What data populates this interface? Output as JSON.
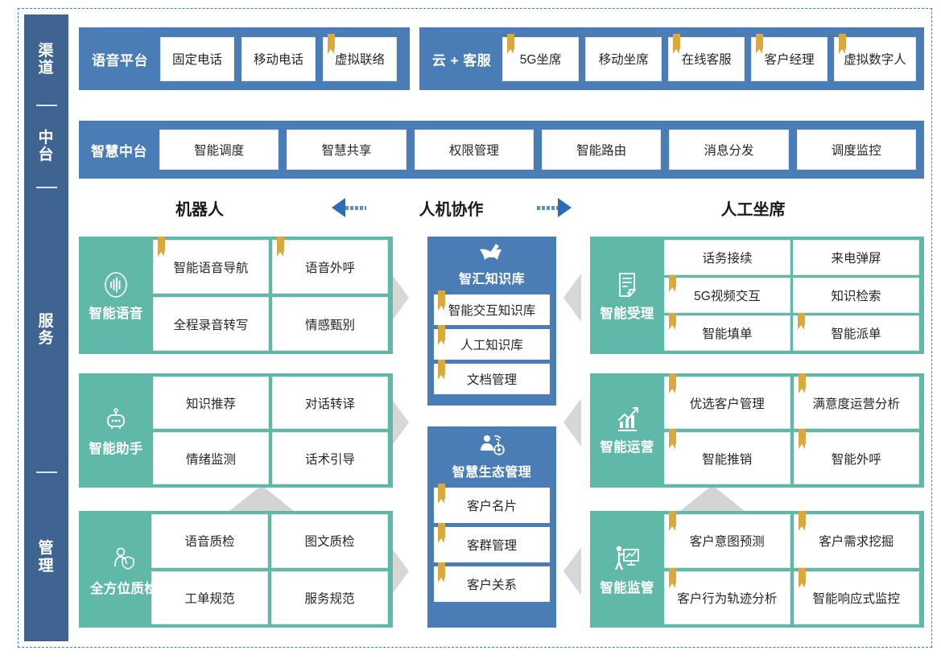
{
  "theme": {
    "blue": "#4A7CB5",
    "dark_blue": "#3F6492",
    "teal": "#5FB8A8",
    "tag_gold": "#D9A93C",
    "arrow_blue": "#2E6BB5",
    "grey_arrow": "#C9C9C9"
  },
  "sidebar": {
    "items": [
      {
        "name": "channel",
        "chars": [
          "渠",
          "道"
        ]
      },
      {
        "name": "middle-platform",
        "chars": [
          "中",
          "台"
        ]
      },
      {
        "name": "service",
        "chars": [
          "服",
          "务"
        ]
      },
      {
        "name": "management",
        "chars": [
          "管",
          "理"
        ]
      }
    ]
  },
  "channel_row": {
    "groups": [
      {
        "title": "语音平台",
        "items": [
          {
            "label": "固定电话",
            "tag": false
          },
          {
            "label": "移动电话",
            "tag": false
          },
          {
            "label": "虚拟联络",
            "tag": true
          }
        ]
      },
      {
        "title": "云 + 客服",
        "items": [
          {
            "label": "5G坐席",
            "tag": true
          },
          {
            "label": "移动坐席",
            "tag": false
          },
          {
            "label": "在线客服",
            "tag": true
          },
          {
            "label": "客户经理",
            "tag": true
          },
          {
            "label": "虚拟数字人",
            "tag": true
          }
        ]
      }
    ]
  },
  "platform_row": {
    "title": "智慧中台",
    "items": [
      {
        "label": "智能调度",
        "tag": false
      },
      {
        "label": "智慧共享",
        "tag": false
      },
      {
        "label": "权限管理",
        "tag": false
      },
      {
        "label": "智能路由",
        "tag": false
      },
      {
        "label": "消息分发",
        "tag": false
      },
      {
        "label": "调度监控",
        "tag": false
      }
    ]
  },
  "section_headers": {
    "left": "机器人",
    "center": "人机协作",
    "right": "人工坐席"
  },
  "left_blocks": [
    {
      "label": "智能语音",
      "icon": "voice-wave-icon",
      "items": [
        {
          "label": "智能语音导航",
          "tag": true
        },
        {
          "label": "语音外呼",
          "tag": true
        },
        {
          "label": "全程录音转写",
          "tag": false
        },
        {
          "label": "情感甄别",
          "tag": false
        }
      ]
    },
    {
      "label": "智能助手",
      "icon": "robot-icon",
      "items": [
        {
          "label": "知识推荐",
          "tag": false
        },
        {
          "label": "对话转译",
          "tag": false
        },
        {
          "label": "情绪监测",
          "tag": false
        },
        {
          "label": "话术引导",
          "tag": false
        }
      ]
    },
    {
      "label": "全方位质检",
      "icon": "person-shield-icon",
      "items": [
        {
          "label": "语音质检",
          "tag": false
        },
        {
          "label": "图文质检",
          "tag": false
        },
        {
          "label": "工单规范",
          "tag": false
        },
        {
          "label": "服务规范",
          "tag": false
        }
      ]
    }
  ],
  "center_columns": [
    {
      "label": "智汇知识库",
      "icon": "open-book-pen-icon",
      "items": [
        {
          "label": "智能交互知识库",
          "tag": true
        },
        {
          "label": "人工知识库",
          "tag": true
        },
        {
          "label": "文档管理",
          "tag": true
        }
      ]
    },
    {
      "label": "智慧生态管理",
      "icon": "people-network-icon",
      "items": [
        {
          "label": "客户名片",
          "tag": true
        },
        {
          "label": "客群管理",
          "tag": true
        },
        {
          "label": "客户关系",
          "tag": true
        }
      ]
    }
  ],
  "right_blocks": [
    {
      "label": "智能受理",
      "icon": "form-check-icon",
      "items": [
        {
          "label": "话务接续",
          "tag": false
        },
        {
          "label": "来电弹屏",
          "tag": false
        },
        {
          "label": "5G视频交互",
          "tag": true
        },
        {
          "label": "知识检索",
          "tag": false
        },
        {
          "label": "智能填单",
          "tag": true
        },
        {
          "label": "智能派单",
          "tag": true
        }
      ]
    },
    {
      "label": "智能运营",
      "icon": "chart-up-icon",
      "items": [
        {
          "label": "优选客户管理",
          "tag": true
        },
        {
          "label": "满意度运营分析",
          "tag": true
        },
        {
          "label": "智能推销",
          "tag": true
        },
        {
          "label": "智能外呼",
          "tag": true
        }
      ]
    },
    {
      "label": "智能监管",
      "icon": "presenter-board-icon",
      "items": [
        {
          "label": "客户意图预测",
          "tag": true
        },
        {
          "label": "客户需求挖掘",
          "tag": true
        },
        {
          "label": "客户行为轨迹分析",
          "tag": true
        },
        {
          "label": "智能响应式监控",
          "tag": true
        }
      ]
    }
  ]
}
